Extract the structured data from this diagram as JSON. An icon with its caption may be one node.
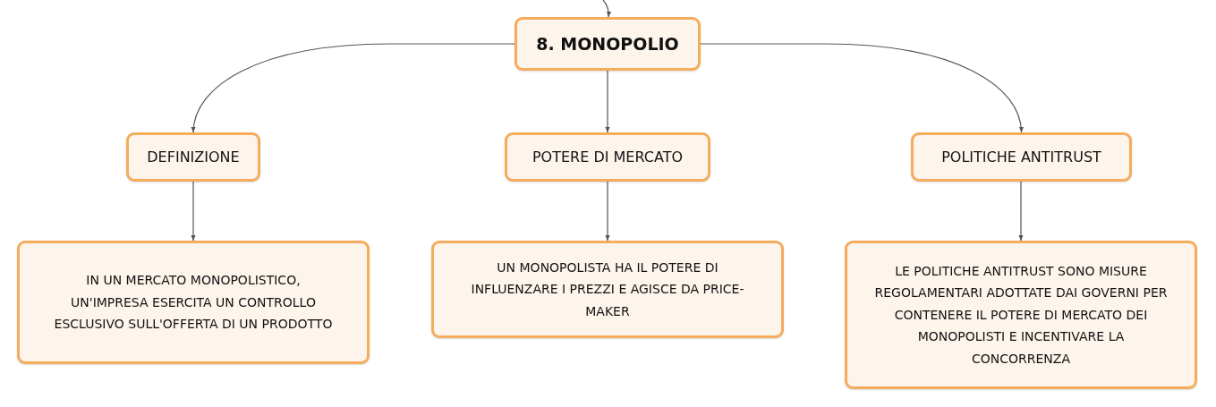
{
  "diagram": {
    "nodes": [
      {
        "text": [
          "8. MONOPOLIO"
        ]
      },
      {
        "text": [
          "DEFINIZIONE"
        ]
      },
      {
        "text": [
          "POTERE DI MERCATO"
        ]
      },
      {
        "text": [
          "POLITICHE ANTITRUST"
        ]
      },
      {
        "text": [
          "IN UN MERCATO MONOPOLISTICO, UN'IMPRESA ESERCITA UN CONTROLLO ESCLUSIVO SULL'OFFERTA DI UN PRODOTTO"
        ]
      },
      {
        "text": [
          "UN MONOPOLISTA HA IL POTERE DI INFLUENZARE I PREZZI E AGISCE DA PRICE-MAKER"
        ]
      },
      {
        "text": [
          "LE POLITICHE ANTITRUST SONO MISURE REGOLAMENTARI ADOTTATE DAI GOVERNI PER CONTENERE IL POTERE DI MERCATO DEI MONOPOLISTI E INCENTIVARE LA CONCORRENZA"
        ]
      }
    ],
    "edges": [
      {
        "from": null,
        "to": 0,
        "arrow": "to"
      },
      {
        "from": 0,
        "to": 1,
        "arrow": "to"
      },
      {
        "from": 0,
        "to": 2,
        "arrow": "to"
      },
      {
        "from": 0,
        "to": 3,
        "arrow": "to"
      },
      {
        "from": 1,
        "to": 4,
        "arrow": "to"
      },
      {
        "from": 2,
        "to": 5,
        "arrow": "to"
      },
      {
        "from": 3,
        "to": 6,
        "arrow": "to"
      }
    ]
  }
}
